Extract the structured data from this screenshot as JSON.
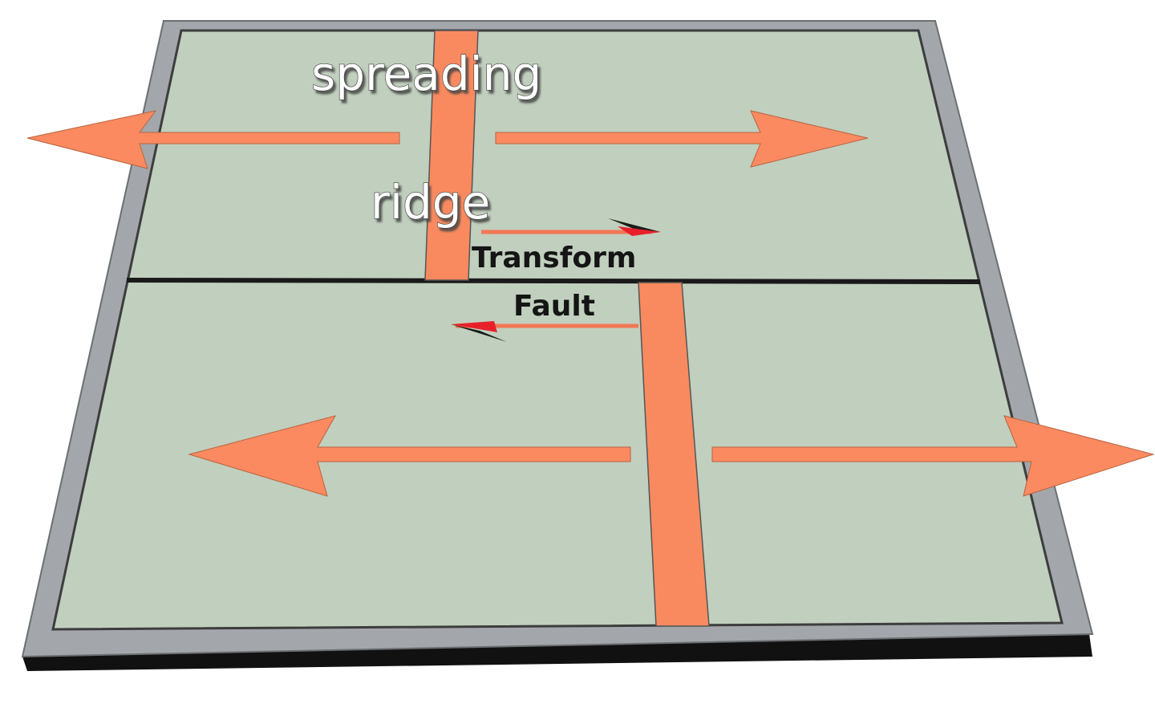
{
  "labels": {
    "spreading": "spreading",
    "ridge": "ridge",
    "transform": "Transform",
    "fault": "Fault"
  },
  "colors": {
    "plate": "#c1cfbe",
    "frame": "#a3a7ab",
    "base": "#111111",
    "ridge": "#f98a5f",
    "arrow": "#fb8a60",
    "outline": "#444444",
    "shear_tip": "#e8202a"
  }
}
